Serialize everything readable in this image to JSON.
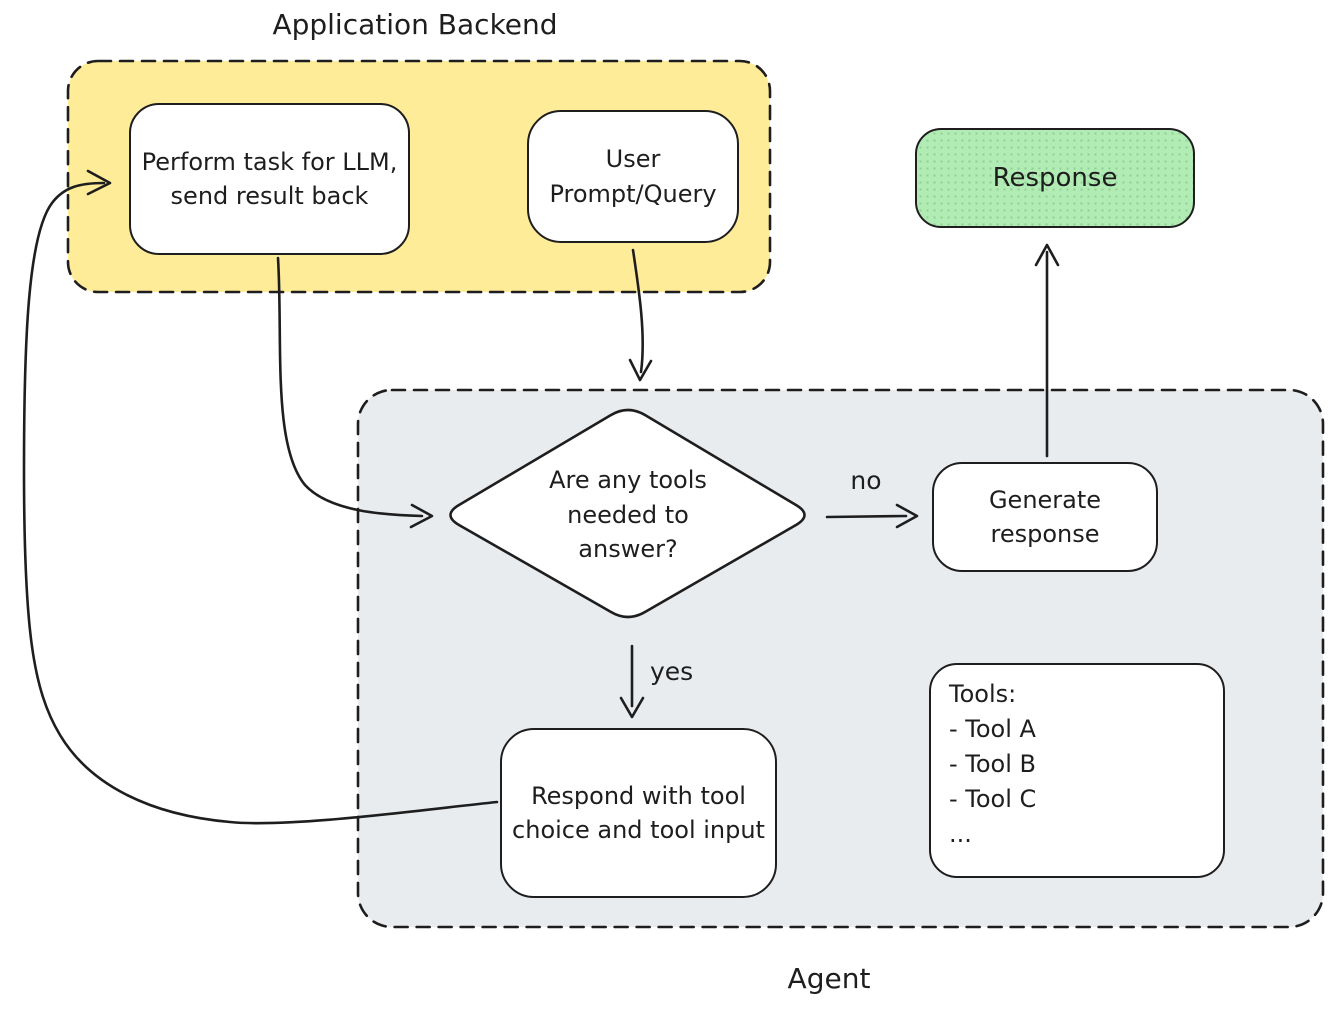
{
  "colors": {
    "stroke": "#1e1e1e",
    "backend_fill": "#ffec99",
    "agent_fill": "#e9ecef",
    "response_fill": "#b2ecb5",
    "node_fill": "#ffffff"
  },
  "groups": {
    "backend": {
      "label": "Application Backend"
    },
    "agent": {
      "label": "Agent"
    }
  },
  "nodes": {
    "perform_task": {
      "text": "Perform task for LLM, send result back"
    },
    "user_prompt": {
      "text": "User Prompt/Query"
    },
    "response": {
      "text": "Response"
    },
    "decision": {
      "text": "Are any tools needed to answer?"
    },
    "generate_response": {
      "text": "Generate response"
    },
    "respond_tool": {
      "text": "Respond with tool choice and tool input"
    },
    "tools": {
      "title": "Tools:",
      "items": [
        "- Tool A",
        "- Tool B",
        "- Tool C",
        "..."
      ]
    }
  },
  "edge_labels": {
    "no": "no",
    "yes": "yes"
  }
}
